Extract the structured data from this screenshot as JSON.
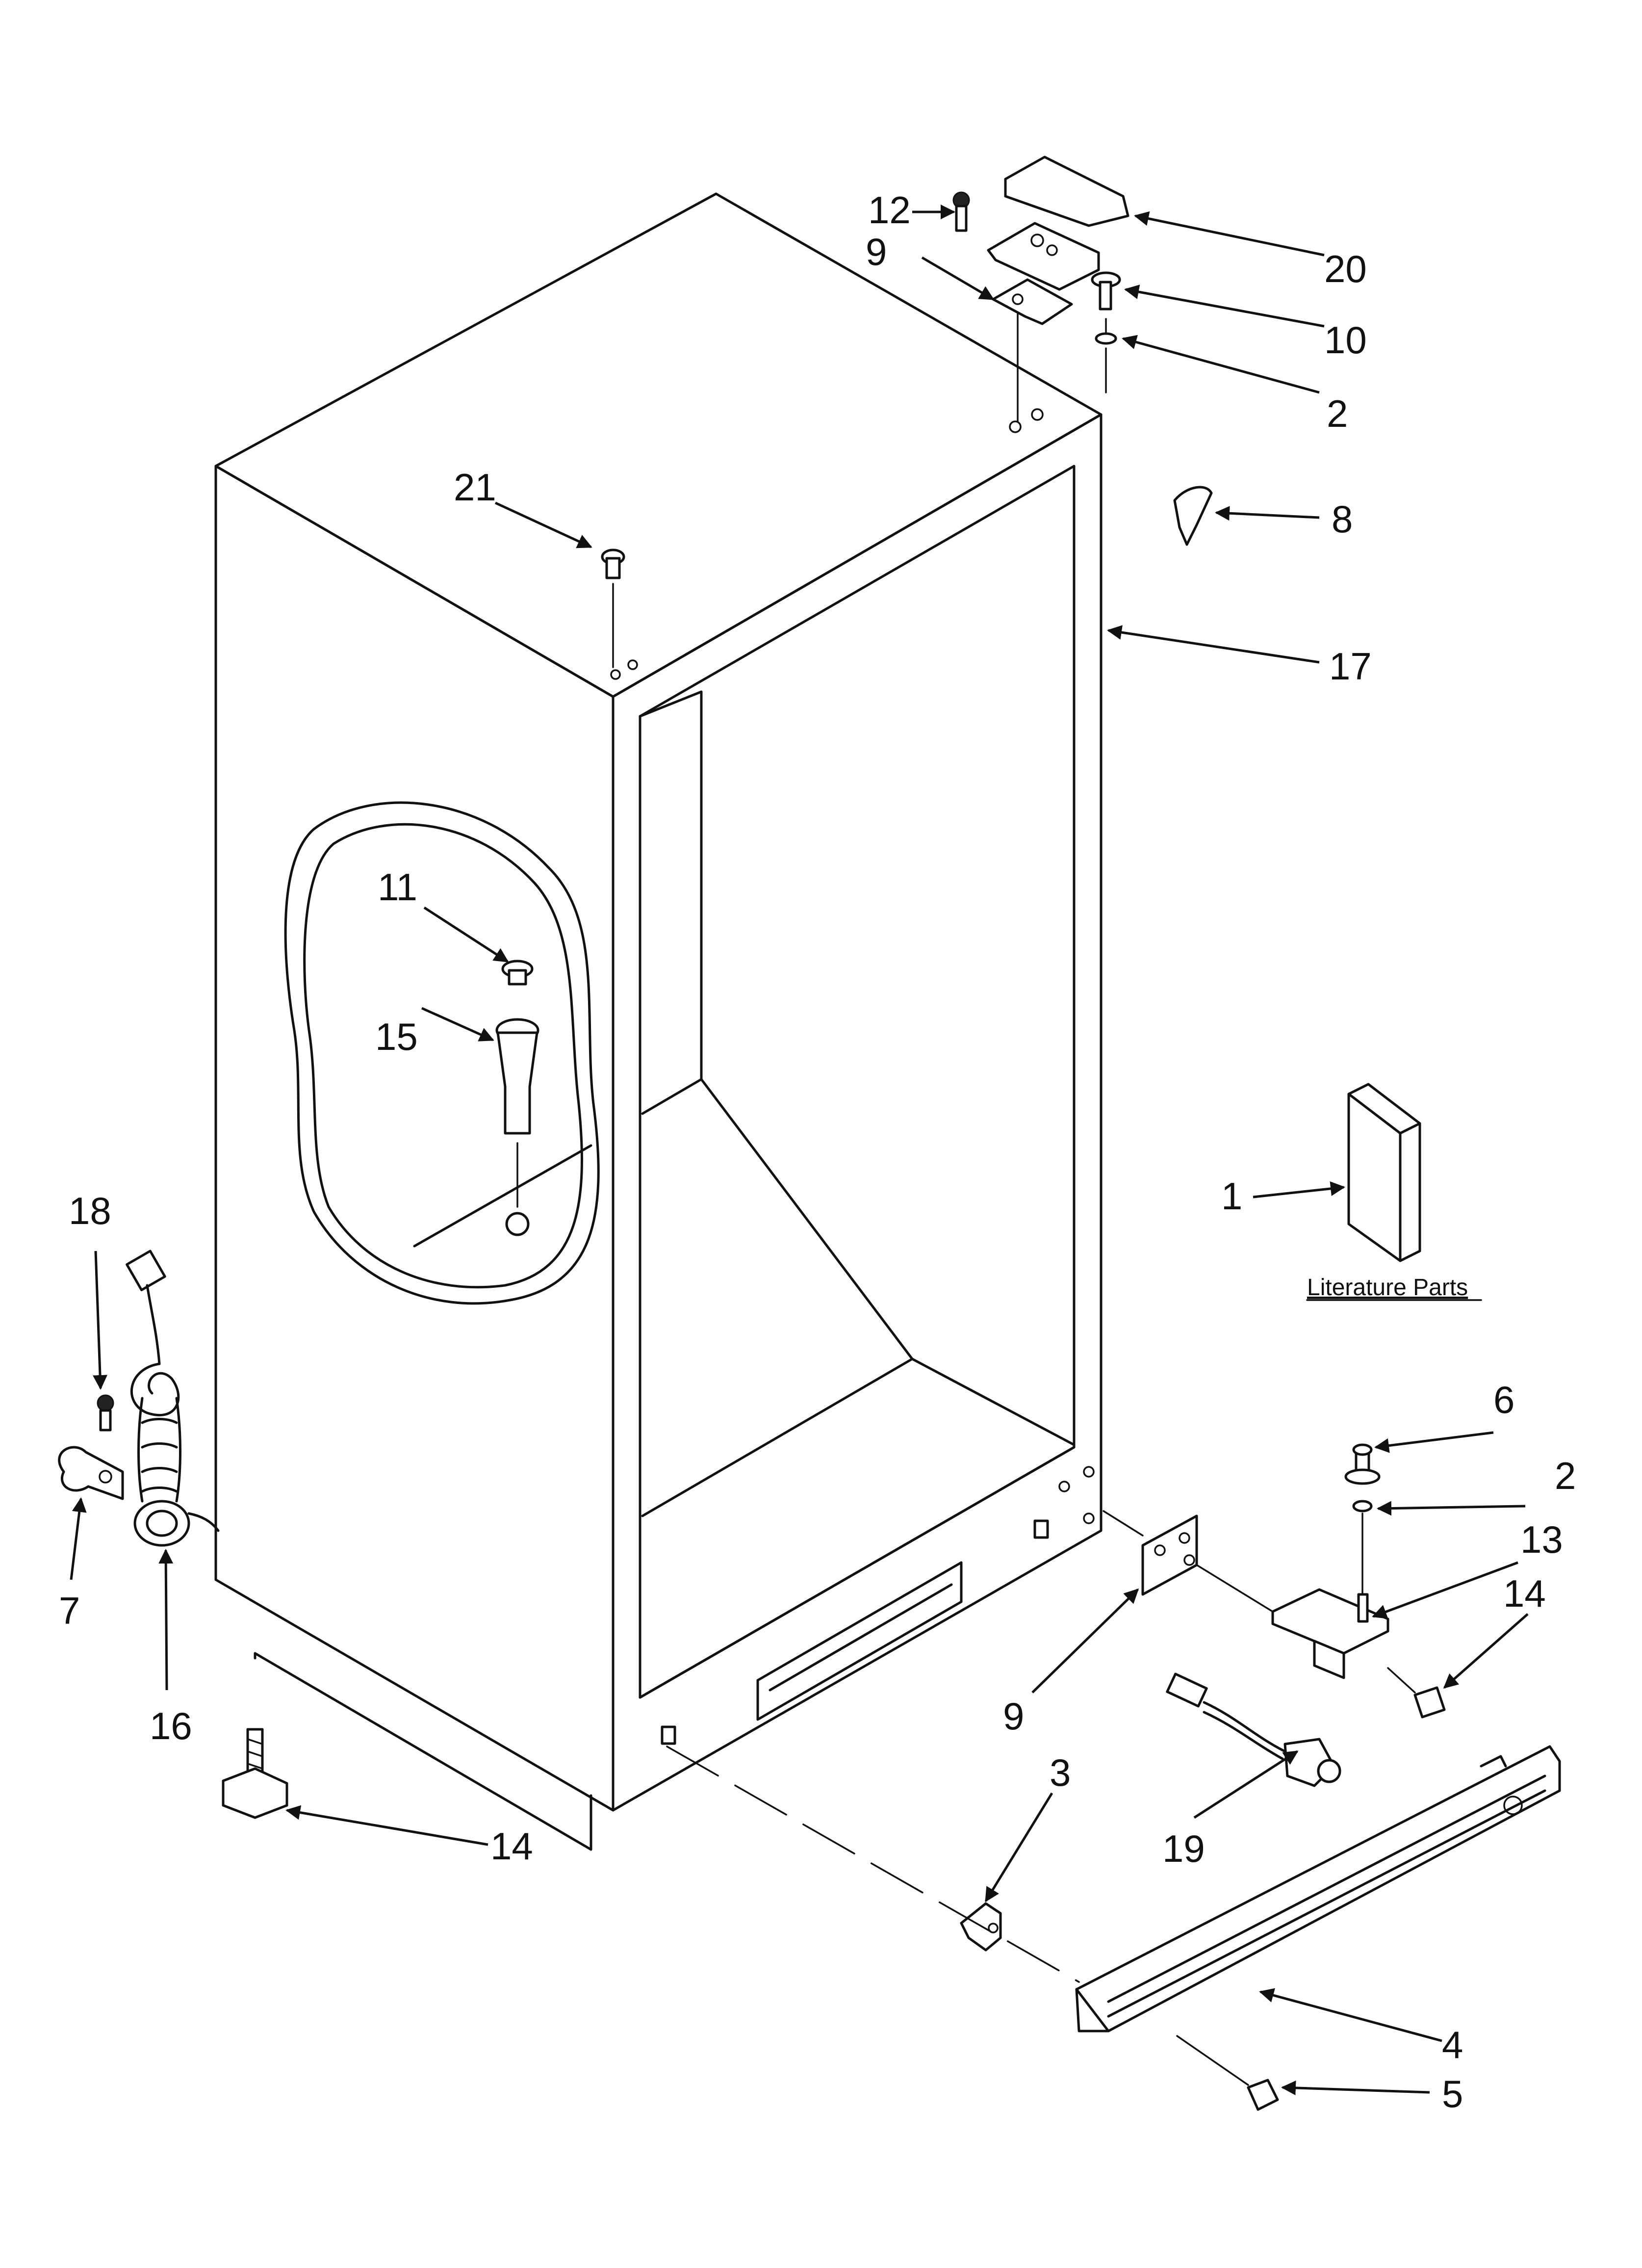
{
  "callouts": [
    "1",
    "2",
    "2",
    "3",
    "4",
    "5",
    "6",
    "7",
    "8",
    "9",
    "9",
    "10",
    "11",
    "12",
    "13",
    "14",
    "14",
    "15",
    "16",
    "17",
    "18",
    "19",
    "20",
    "21"
  ],
  "literature_label": "Literature Parts"
}
